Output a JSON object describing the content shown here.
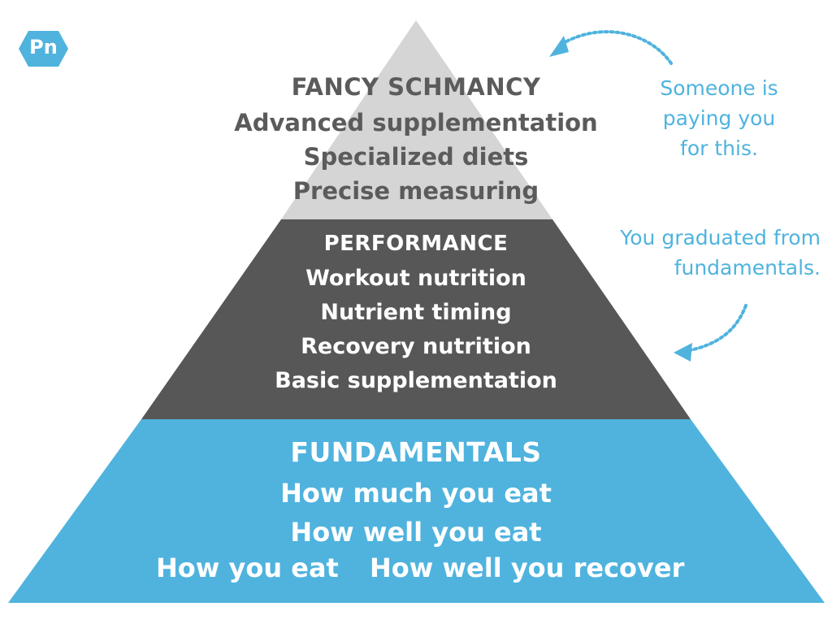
{
  "logo": {
    "text": "Pn"
  },
  "colors": {
    "top_tier": "#d5d5d5",
    "middle_tier": "#575757",
    "base_tier": "#4fb3de",
    "annotation": "#4fb3de"
  },
  "pyramid": {
    "top": {
      "heading": "FANCY SCHMANCY",
      "items": [
        "Advanced supplementation",
        "Specialized diets",
        "Precise measuring"
      ]
    },
    "middle": {
      "heading": "PERFORMANCE",
      "items": [
        "Workout nutrition",
        "Nutrient timing",
        "Recovery nutrition",
        "Basic supplementation"
      ]
    },
    "base": {
      "heading": "FUNDAMENTALS",
      "items": [
        "How much you eat",
        "How well you eat"
      ],
      "last_row": [
        "How you eat",
        "How well you recover"
      ]
    }
  },
  "annotations": {
    "top": [
      "Someone is",
      "paying you",
      "for this."
    ],
    "middle": [
      "You graduated from",
      "fundamentals."
    ]
  }
}
